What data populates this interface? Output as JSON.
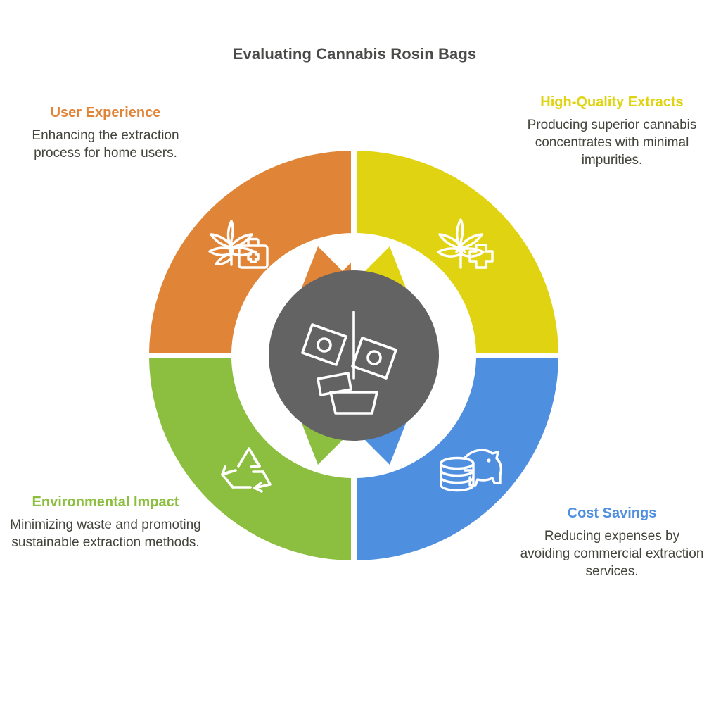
{
  "title": "Evaluating Cannabis Rosin Bags",
  "colors": {
    "orange": "#e08437",
    "yellow": "#e0d312",
    "green": "#8cbf3f",
    "blue": "#4f8fe0",
    "hub_gray": "#636363",
    "title_gray": "#4a4a48",
    "body_gray": "#43453c",
    "background": "#ffffff"
  },
  "center": {
    "icon": "money-tree-icon"
  },
  "segments": [
    {
      "id": "user-experience",
      "position": "top-left",
      "heading": "User Experience",
      "body": "Enhancing the extraction process for home users.",
      "color": "#e08437",
      "icon": "cannabis-leaf-first-aid-kit-icon"
    },
    {
      "id": "high-quality-extracts",
      "position": "top-right",
      "heading": "High-Quality Extracts",
      "body": "Producing superior cannabis concentrates with minimal impurities.",
      "color": "#e0d312",
      "icon": "cannabis-leaf-medical-cross-icon"
    },
    {
      "id": "environmental-impact",
      "position": "bottom-left",
      "heading": "Environmental Impact",
      "body": "Minimizing waste and promoting sustainable extraction methods.",
      "color": "#8cbf3f",
      "icon": "recycling-icon"
    },
    {
      "id": "cost-savings",
      "position": "bottom-right",
      "heading": "Cost Savings",
      "body": "Reducing expenses by avoiding commercial extraction services.",
      "color": "#4f8fe0",
      "icon": "piggy-bank-coins-icon"
    }
  ]
}
